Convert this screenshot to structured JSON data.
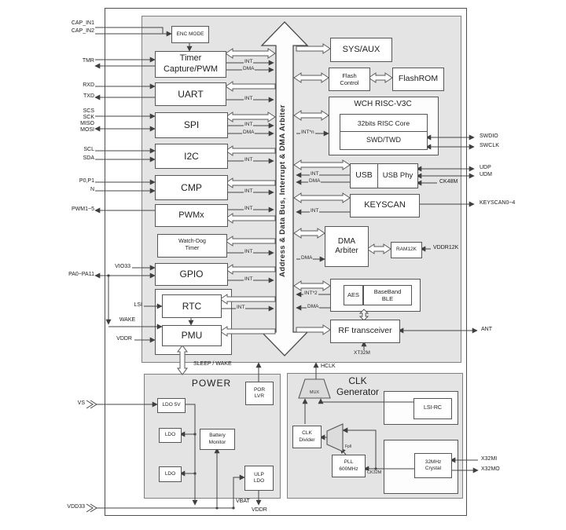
{
  "diagram": {
    "bus_label": "Address & Data Bus, Interrupt & DMA Arbiter",
    "colors": {
      "block_fill": "#e4e4e4",
      "box_border": "#565656",
      "wire": "#454545"
    },
    "blocks": {
      "enc_mode": "ENC MODE",
      "timer": "Timer\nCapture/PWM",
      "uart": "UART",
      "spi": "SPI",
      "i2c": "I2C",
      "cmp": "CMP",
      "pwmx": "PWMx",
      "wdt": "Watch-Dog\nTimer",
      "gpio": "GPIO",
      "rtc": "RTC",
      "pmu": "PMU",
      "sys_aux": "SYS/AUX",
      "flash_ctrl": "Flash\nControl",
      "flashrom": "FlashROM",
      "wch_title": "WCH RISC-V3C",
      "risc_core": "32bits RISC Core",
      "swd": "SWD/TWD",
      "usb": "USB",
      "usb_phy": "USB Phy",
      "keyscan": "KEYSCAN",
      "dma_arbiter": "DMA\nArbiter",
      "ram12k": "RAM12K",
      "aes": "AES",
      "baseband": "BaseBand\nBLE",
      "rf": "RF transceiver"
    },
    "power": {
      "title": "POWER",
      "por": "POR\nLVR",
      "ldo5v": "LDO 5V",
      "ldo_a": "LDO",
      "ldo_b": "LDO",
      "battery": "Battery\nMonitor",
      "ulp": "ULP\nLDO"
    },
    "clk": {
      "title": "CLK\nGenerator",
      "mux": "MUX",
      "lsi_rc": "LSI-RC",
      "divider": "CLK\nDivider",
      "pll": "PLL\n600MHz",
      "crystal": "32MHz\nCrystal"
    },
    "pins": {
      "cap_in1": "CAP_IN1",
      "cap_in2": "CAP_IN2",
      "tmr": "TMR",
      "rxd": "RXD",
      "txd": "TXD",
      "scs": "SCS",
      "sck": "SCK",
      "miso": "MISO",
      "mosi": "MOSI",
      "scl": "SCL",
      "sda": "SDA",
      "p0p1": "P0,P1",
      "n": "N",
      "pwm15": "PWM1~5",
      "pa": "PA0~PA11",
      "vs": "VS",
      "vdd33": "VDD33",
      "swdio": "SWDIO",
      "swclk": "SWCLK",
      "udp": "UDP",
      "udm": "UDM",
      "keyscan04": "KEYSCAN0~4",
      "ant": "ANT",
      "x32mi": "X32MI",
      "x32mo": "X32MO"
    },
    "signals": {
      "int": "INT",
      "dma": "DMA",
      "int_n": "INT*n",
      "int_2": "INT*2",
      "sleep_wake": "SLEEP / WAKE",
      "hclk": "HCLK",
      "xt32m": "XT32M",
      "vbat": "VBAT",
      "vddr": "VDDR",
      "fpll": "Fpll",
      "ck32m": "CK32M",
      "ck48m": "CK48M",
      "vddr12k": "VDDR12K",
      "vio33": "VIO33",
      "lsi": "LSI",
      "wake": "WAKE"
    }
  }
}
